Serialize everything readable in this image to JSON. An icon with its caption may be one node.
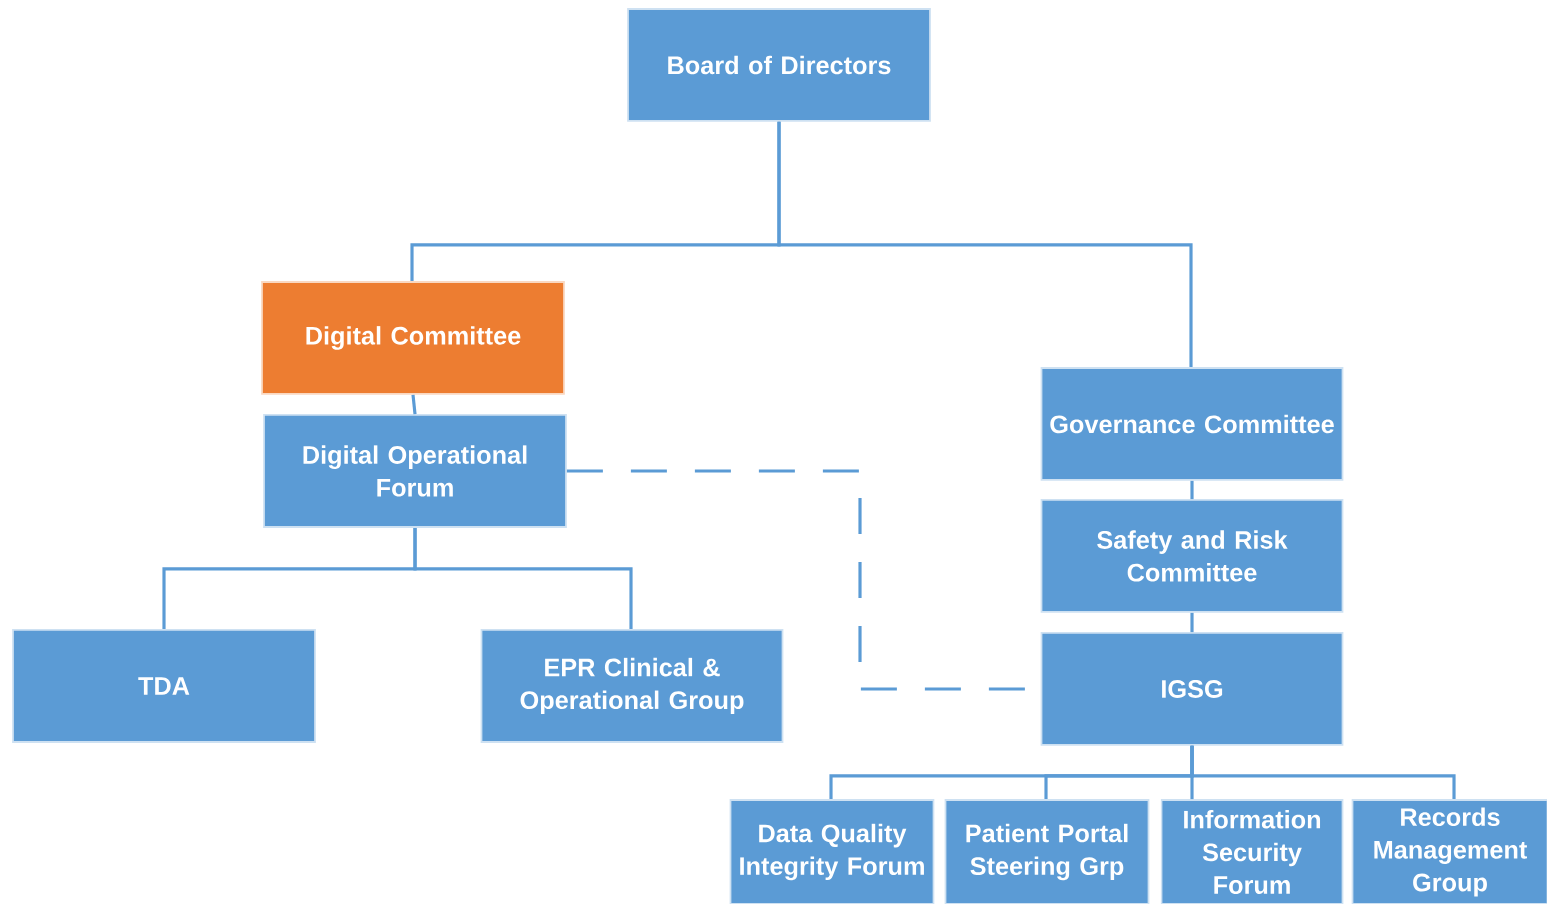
{
  "diagram": {
    "nodes": [
      {
        "text": [
          "Board of Directors"
        ]
      },
      {
        "text": [
          "Digital Committee"
        ]
      },
      {
        "text": [
          "Digital Operational Forum"
        ]
      },
      {
        "text": [
          "TDA"
        ]
      },
      {
        "text": [
          "EPR Clinical & Operational Group"
        ]
      },
      {
        "text": [
          "Governance Committee"
        ]
      },
      {
        "text": [
          "Safety and Risk Committee"
        ]
      },
      {
        "text": [
          "IGSG"
        ]
      },
      {
        "text": [
          "Data Quality Integrity Forum"
        ]
      },
      {
        "text": [
          "Patient Portal Steering Grp"
        ]
      },
      {
        "text": [
          "Information Security Forum"
        ]
      },
      {
        "text": [
          "Records Management Group"
        ]
      }
    ],
    "edges": [
      {
        "from": 0,
        "to": 1,
        "arrow": "none"
      },
      {
        "from": 0,
        "to": 5,
        "arrow": "none"
      },
      {
        "from": 1,
        "to": 2,
        "arrow": "none"
      },
      {
        "from": 2,
        "to": 3,
        "arrow": "none"
      },
      {
        "from": 2,
        "to": 4,
        "arrow": "none"
      },
      {
        "from": 5,
        "to": 6,
        "arrow": "none"
      },
      {
        "from": 6,
        "to": 7,
        "arrow": "none"
      },
      {
        "from": 7,
        "to": 8,
        "arrow": "none"
      },
      {
        "from": 7,
        "to": 9,
        "arrow": "none"
      },
      {
        "from": 7,
        "to": 10,
        "arrow": "none"
      },
      {
        "from": 7,
        "to": 11,
        "arrow": "none"
      },
      {
        "from": 2,
        "to": 7,
        "arrow": "none",
        "style": "dashed"
      }
    ]
  }
}
